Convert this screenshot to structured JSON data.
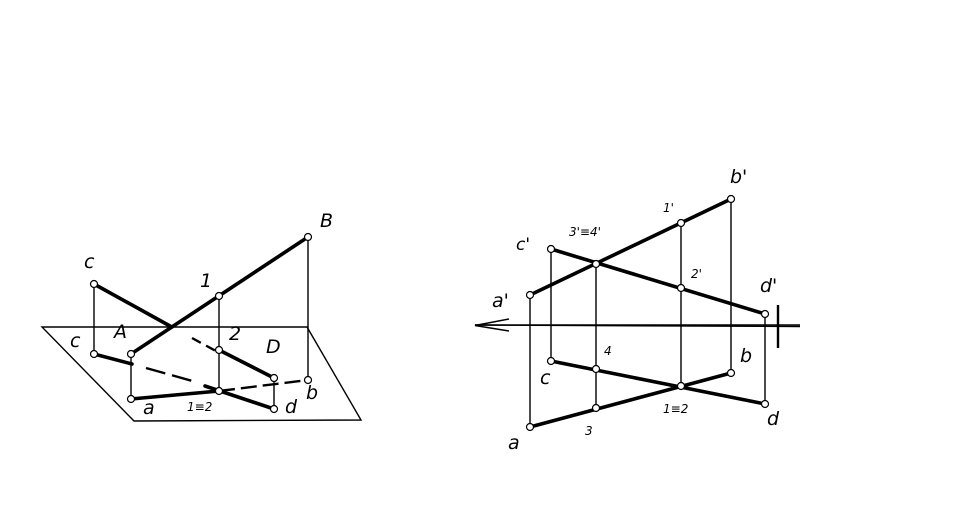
{
  "left_view": {
    "labels": {
      "c_top": "c",
      "c_low": "c",
      "A": "A",
      "B": "B",
      "D": "D",
      "one": "1",
      "two": "2",
      "a": "a",
      "d": "d",
      "b": "b",
      "one_eq_two": "1≡2"
    }
  },
  "right_view": {
    "labels": {
      "b_prime": "b'",
      "one_prime": "1'",
      "three_eq_four_prime": "3'≡4'",
      "c_prime": "c'",
      "two_prime": "2'",
      "d_prime": "d'",
      "a_prime": "a'",
      "four": "4",
      "c": "c",
      "b": "b",
      "one_eq_two": "1≡2",
      "three": "3",
      "a": "a",
      "d": "d"
    }
  }
}
